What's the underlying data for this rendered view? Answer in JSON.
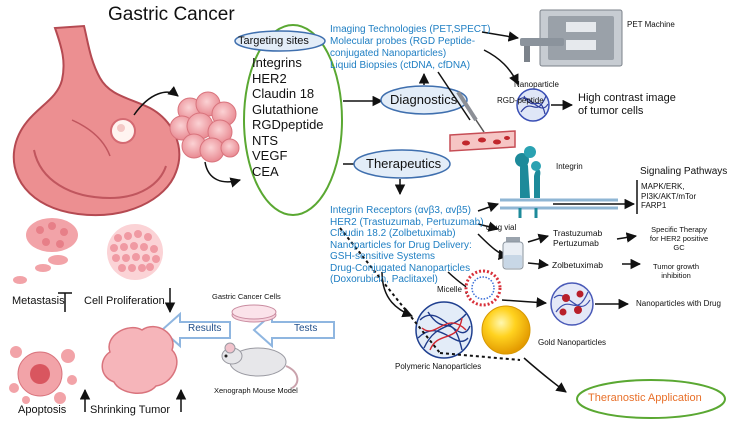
{
  "title": "Gastric Cancer",
  "targeting_sites": {
    "label": "Targeting sites",
    "items": [
      "Integrins",
      "HER2",
      "Claudin 18",
      "Glutathione",
      "RGDpeptide",
      "NTS",
      "VEGF",
      "CEA"
    ]
  },
  "diagnostics": {
    "label": "Diagnostics",
    "methods": [
      "Imaging Technologies (PET,SPECT)",
      "Molecular probes (RGD Peptide-",
      "conjugated Nanoparticles)",
      "Liquid Biopsies (ctDNA, cfDNA)"
    ],
    "pet_machine": "PET Machine",
    "nanoparticle": "Nanoparticle",
    "rgd_peptide": "RGD-peptide",
    "result_line1": "High contrast image",
    "result_line2": "of tumor cells"
  },
  "therapeutics": {
    "label": "Therapeutics",
    "items": [
      "Integrin Receptors (αvβ3, αvβ5)",
      "HER2 (Trastuzumab, Pertuzumab)",
      "Claudin 18.2 (Zolbetuximab)",
      "Nanoparticles for Drug Delivery:",
      "GSH-sensitive Systems",
      "Drug-Conjugated Nanoparticles",
      "(Doxorubicin, Paclitaxel)"
    ],
    "integrin": "Integrin",
    "signaling_title": "Signaling Pathways",
    "signaling_items": [
      "MAPK/ERK,",
      "PI3K/AKT/mTor",
      "FARP1"
    ],
    "drug_vial": "drug vial",
    "trastuzumab": "Trastuzumab",
    "pertuzumab": "Pertuzumab",
    "specific_therapy": [
      "Specific Therapy",
      "for HER2 positive",
      "GC"
    ],
    "zolbetuximab": "Zolbetuximab",
    "tumor_growth": [
      "Tumor growth",
      "inhibition"
    ],
    "micelle": "Micelle",
    "nanoparticles_with_drug": "Nanoparticles with Drug",
    "gold_nanoparticles": "Gold Nanoparticles",
    "polymeric_nanoparticles": "Polymeric Nanoparticles"
  },
  "outcomes": {
    "metastasis": "Metastasis",
    "cell_proliferation": "Cell Proliferation",
    "results": "Results",
    "tests": "Tests",
    "gastric_cancer_cells": "Gastric Cancer Cells",
    "xenograph_mouse_model": "Xenograph Mouse Model",
    "apoptosis": "Apoptosis",
    "shrinking_tumor": "Shrinking Tumor"
  },
  "theranostic": "Theranostic Application",
  "colors": {
    "blue_text": "#1f7fc3",
    "green_ellipse": "#5aa832",
    "orange_text": "#e8702a",
    "oval_fill": "#e3edf8",
    "oval_stroke": "#3f6fae",
    "tissue_pink": "#f2a3a8"
  }
}
